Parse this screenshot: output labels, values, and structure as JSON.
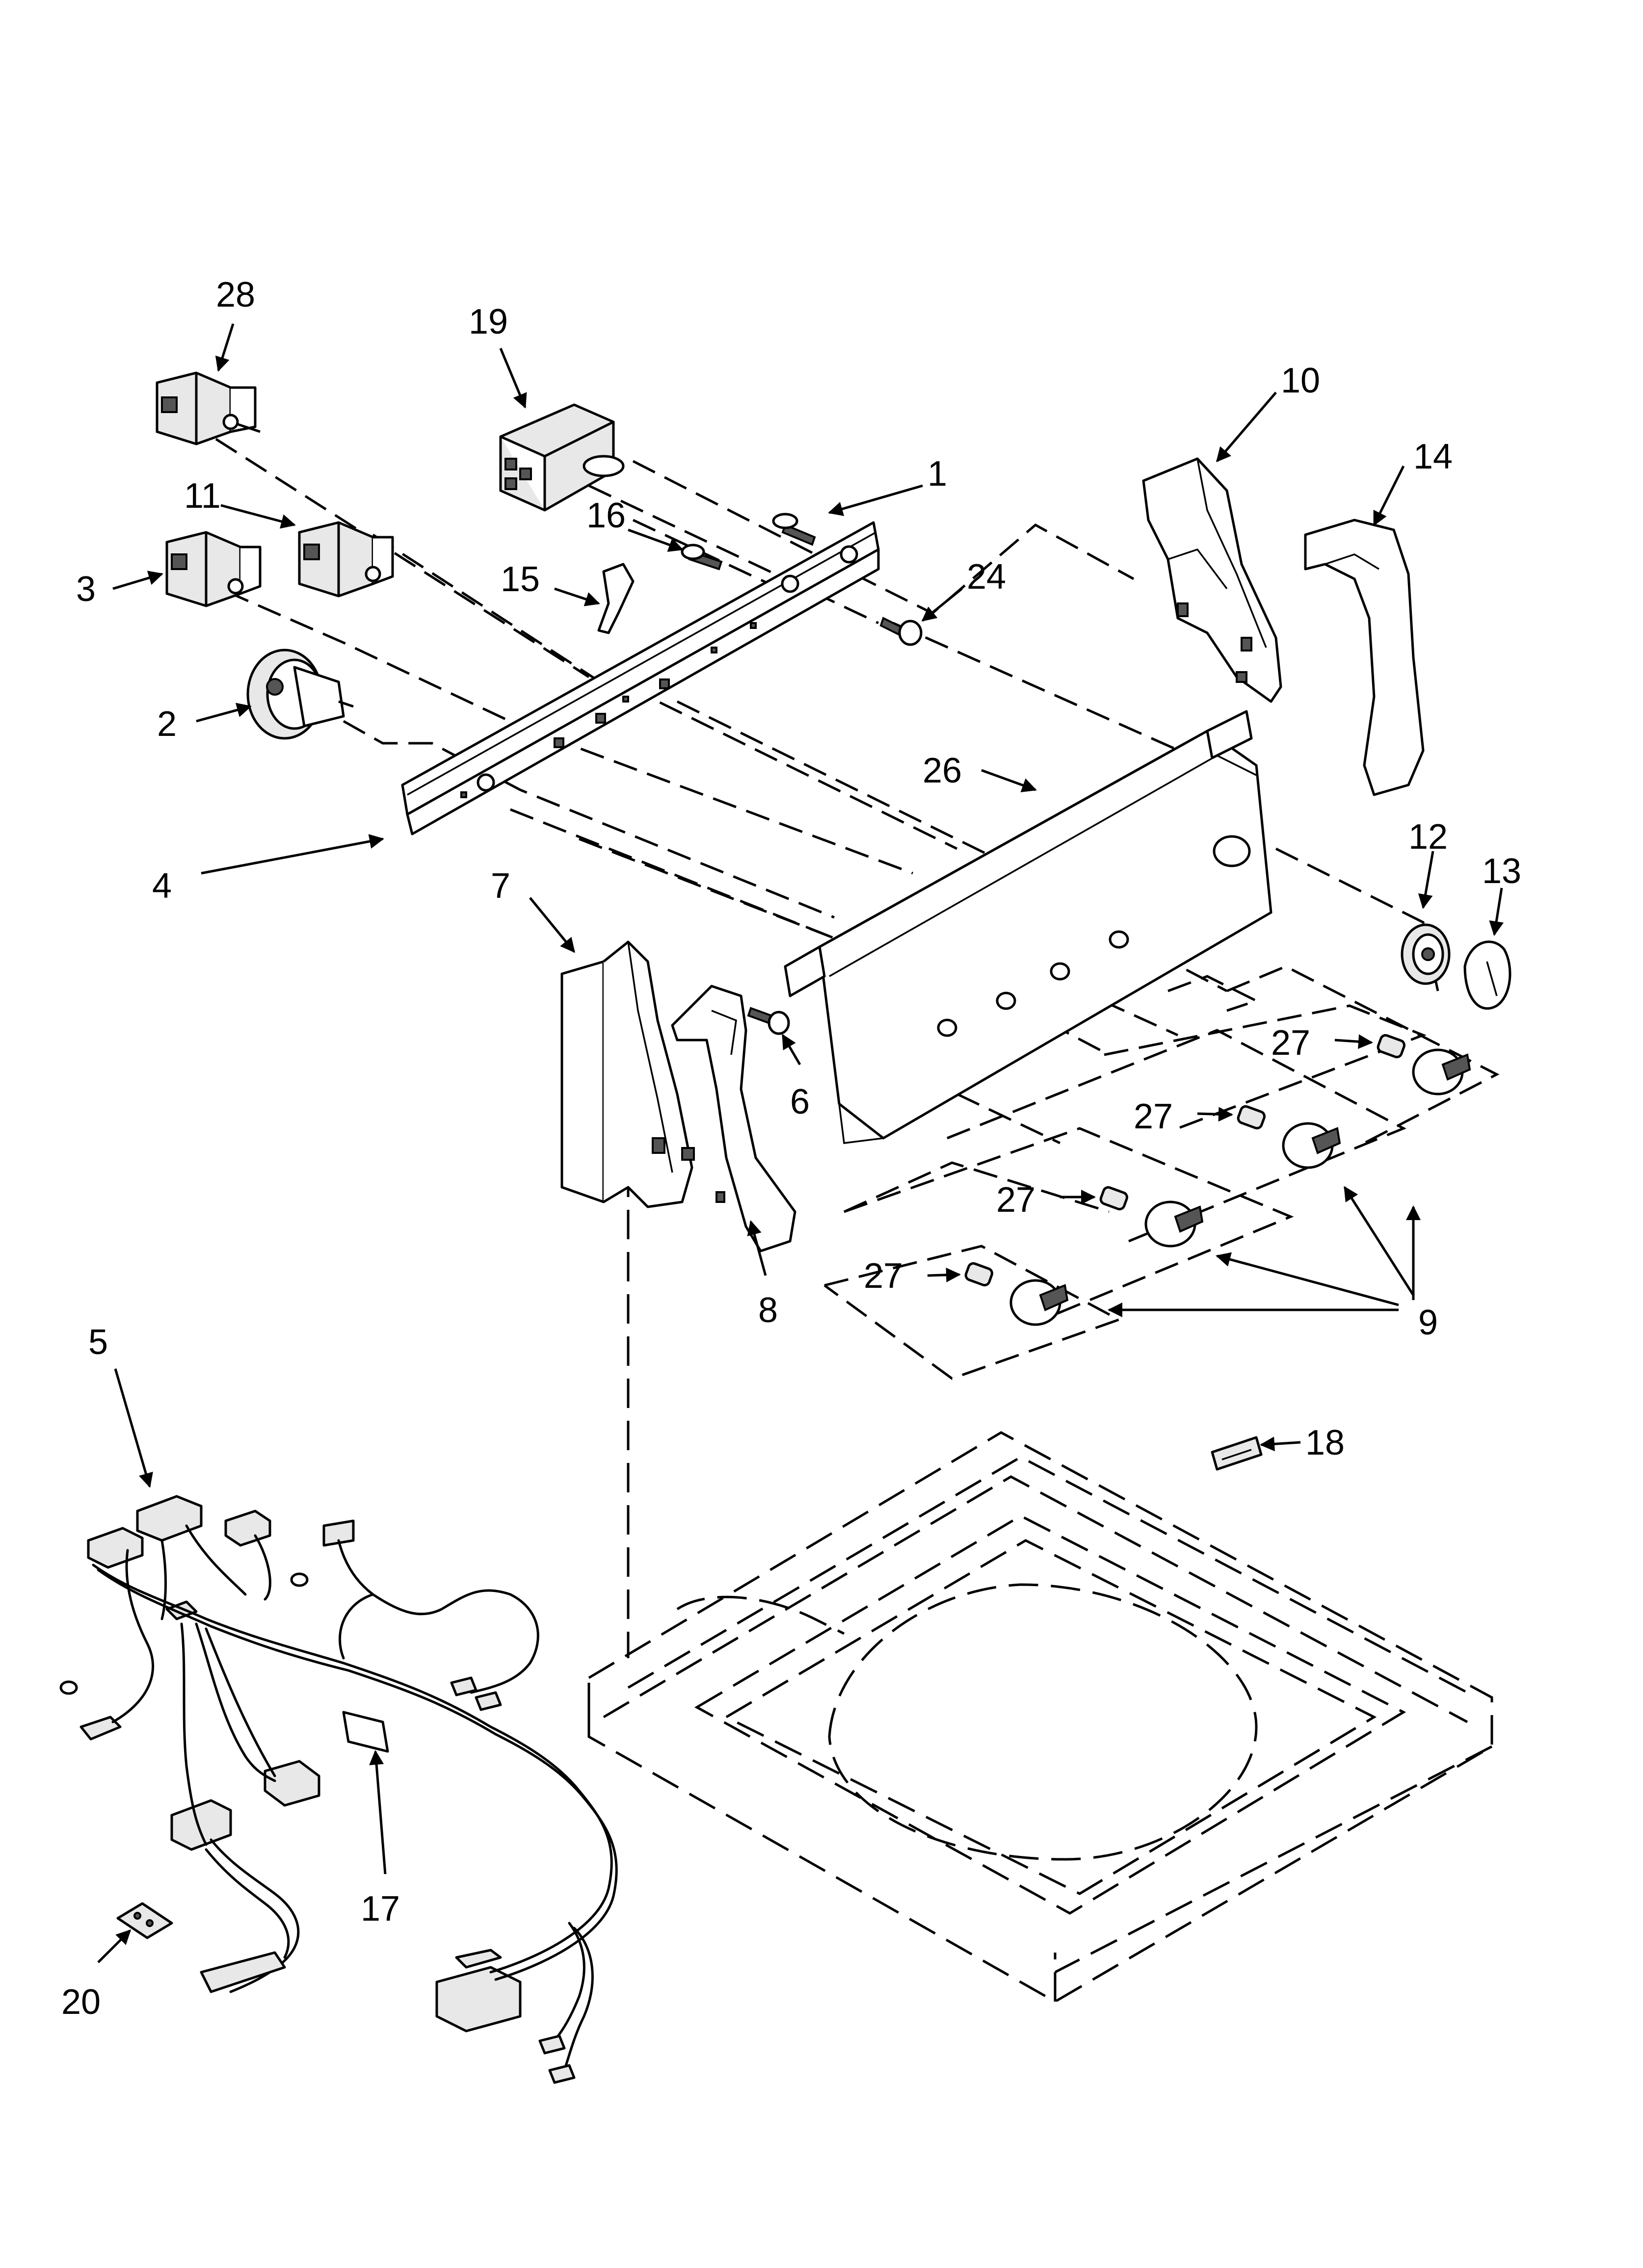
{
  "callouts": [
    {
      "id": "c28",
      "text": "28"
    },
    {
      "id": "c19",
      "text": "19"
    },
    {
      "id": "c10",
      "text": "10"
    },
    {
      "id": "c14",
      "text": "14"
    },
    {
      "id": "c1",
      "text": "1"
    },
    {
      "id": "c11",
      "text": "11"
    },
    {
      "id": "c3",
      "text": "3"
    },
    {
      "id": "c16",
      "text": "16"
    },
    {
      "id": "c15",
      "text": "15"
    },
    {
      "id": "c24",
      "text": "24"
    },
    {
      "id": "c2",
      "text": "2"
    },
    {
      "id": "c26",
      "text": "26"
    },
    {
      "id": "c12",
      "text": "12"
    },
    {
      "id": "c13",
      "text": "13"
    },
    {
      "id": "c4",
      "text": "4"
    },
    {
      "id": "c7",
      "text": "7"
    },
    {
      "id": "c6",
      "text": "6"
    },
    {
      "id": "c27a",
      "text": "27"
    },
    {
      "id": "c27b",
      "text": "27"
    },
    {
      "id": "c27c",
      "text": "27"
    },
    {
      "id": "c27d",
      "text": "27"
    },
    {
      "id": "c8",
      "text": "8"
    },
    {
      "id": "c9",
      "text": "9"
    },
    {
      "id": "c5",
      "text": "5"
    },
    {
      "id": "c18",
      "text": "18"
    },
    {
      "id": "c17",
      "text": "17"
    },
    {
      "id": "c20",
      "text": "20"
    }
  ]
}
